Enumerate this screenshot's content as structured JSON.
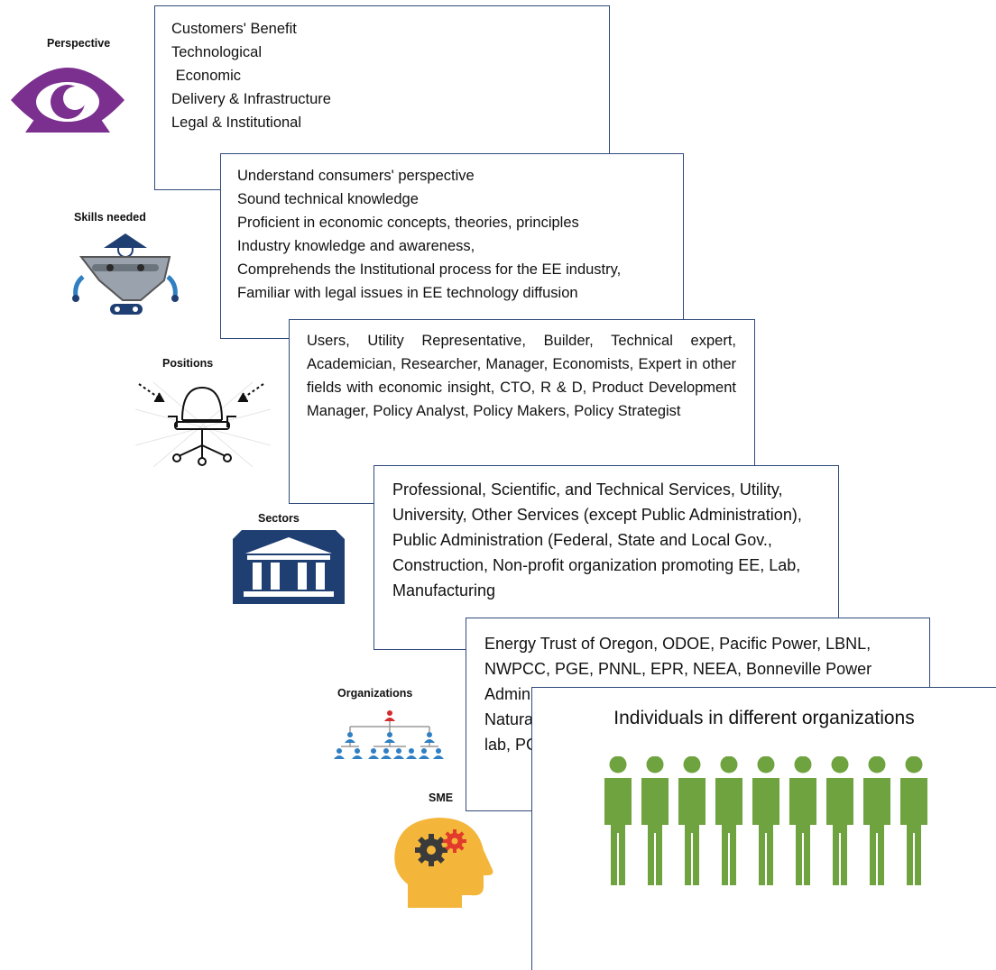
{
  "stages": [
    {
      "label": "Perspective",
      "icon": "eye-icon",
      "items": [
        "Customers' Benefit",
        "Technological",
        " Economic",
        "Delivery & Infrastructure",
        "Legal & Institutional"
      ]
    },
    {
      "label": "Skills needed",
      "icon": "robot-funnel-icon",
      "items": [
        "Understand consumers' perspective",
        "Sound technical knowledge",
        "Proficient in economic concepts, theories, principles",
        "Industry knowledge and awareness,",
        "Comprehends the Institutional process for the EE industry,",
        "Familiar with legal issues in EE technology diffusion"
      ]
    },
    {
      "label": "Positions",
      "icon": "office-chair-icon",
      "text": "Users, Utility Representative, Builder, Technical expert, Academician, Researcher, Manager, Economists, Expert in other fields with economic insight, CTO, R & D, Product Development Manager, Policy Analyst, Policy Makers, Policy Strategist"
    },
    {
      "label": "Sectors",
      "icon": "government-building-icon",
      "text": "Professional, Scientific, and Technical Services, Utility, University, Other Services (except Public Administration), Public Administration (Federal, State and Local Gov., Construction, Non-profit organization promoting EE, Lab, Manufacturing"
    },
    {
      "label": "Organizations",
      "icon": "org-chart-icon",
      "text": "Energy Trust of Oregon, ODOE, Pacific Power, LBNL, NWPCC, PGE, PNNL, EPR, NEEA, Bonneville Power Administration (BPA), CSI, Idaho Power, Construction, NW Natural, Washington State University, CleaResult, Vertue lab, PGE (Portland General Electric)"
    },
    {
      "label": "SME",
      "icon": "head-gears-icon",
      "title": "Individuals in different organizations",
      "people_icon": "people-group-icon"
    }
  ],
  "colors": {
    "card_border": "#2f4a7a",
    "eye": "#7b2f8f",
    "people": "#6ea33f",
    "building": "#1f3f73",
    "org_top": "#d42b2b",
    "org_blue": "#2f7fc2",
    "head": "#f4b63a",
    "gear_dark": "#3a3a3a",
    "gear_red": "#e23b2b"
  }
}
